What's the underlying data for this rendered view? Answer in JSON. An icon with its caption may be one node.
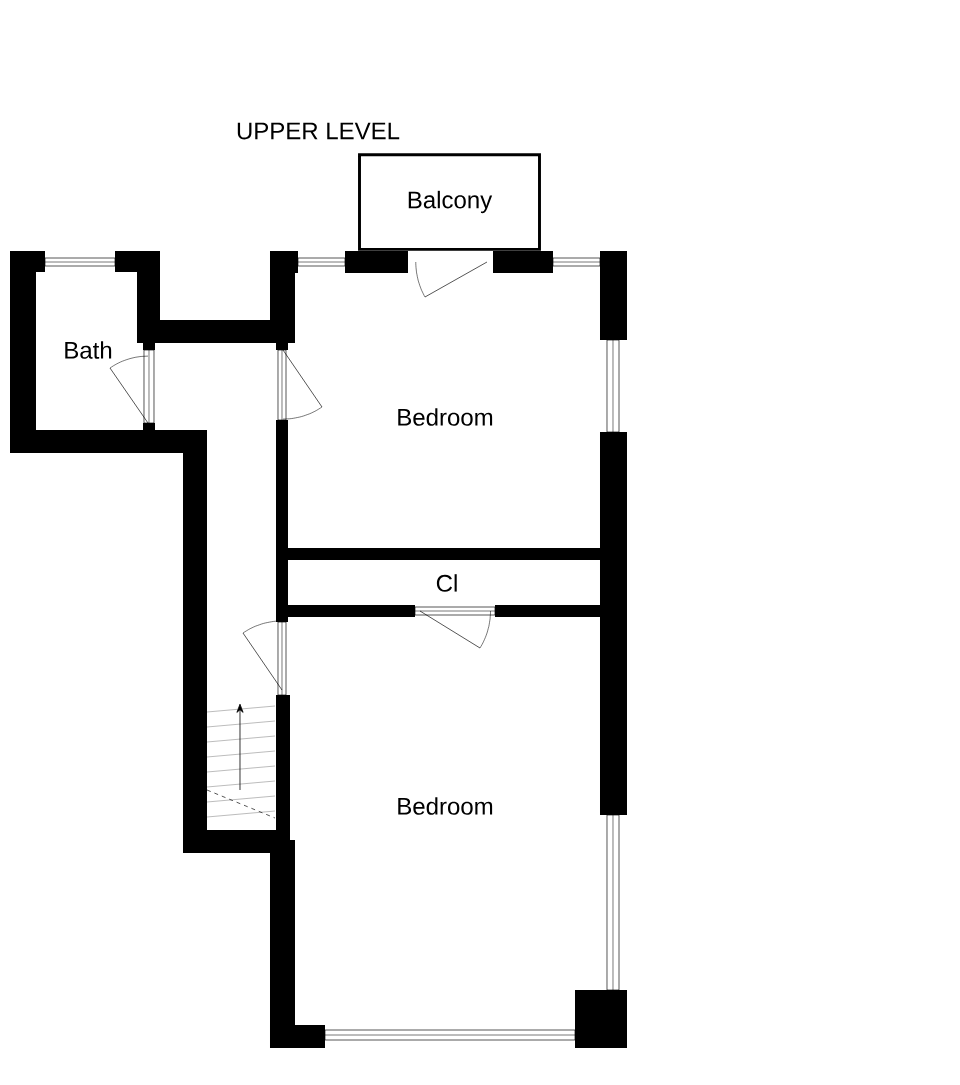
{
  "diagram": {
    "title": "UPPER LEVEL",
    "nodes": [
      {
        "text": [
          "Balcony"
        ]
      },
      {
        "text": [
          "Bath"
        ]
      },
      {
        "text": [
          "Bedroom"
        ]
      },
      {
        "text": [
          "Cl"
        ]
      },
      {
        "text": [
          "Bedroom"
        ]
      }
    ]
  }
}
